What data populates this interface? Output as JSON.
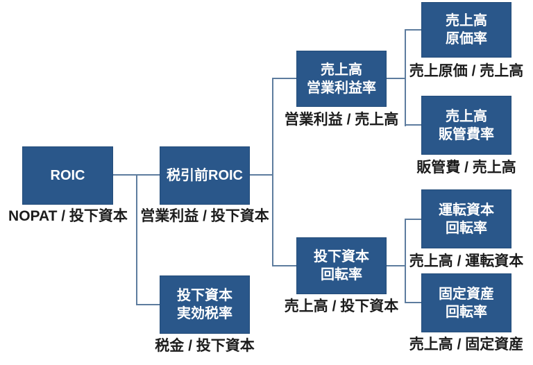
{
  "colors": {
    "background": "#ffffff",
    "box_fill": "#2a578a",
    "box_border": "#234c79",
    "box_text": "#ffffff",
    "line": "#5d7c9e",
    "label_text": "#1c1c1c"
  },
  "nodes": [
    {
      "id": "roic",
      "label": "ROIC",
      "formula": "NOPAT / 投下資本"
    },
    {
      "id": "pretax-roic",
      "label": "税引前ROIC",
      "formula": "営業利益 / 投下資本"
    },
    {
      "id": "invested-capital-tax-rate",
      "label": "投下資本\n実効税率",
      "formula": "税金 / 投下資本"
    },
    {
      "id": "operating-margin",
      "label": "売上高\n営業利益率",
      "formula": "営業利益 / 売上高"
    },
    {
      "id": "capital-turnover",
      "label": "投下資本\n回転率",
      "formula": "売上高 / 投下資本"
    },
    {
      "id": "cogs-ratio",
      "label": "売上高\n原価率",
      "formula": "売上原価 / 売上高"
    },
    {
      "id": "sga-ratio",
      "label": "売上高\n販管費率",
      "formula": "販管費 / 売上高"
    },
    {
      "id": "working-capital-turnover",
      "label": "運転資本\n回転率",
      "formula": "売上高 / 運転資本"
    },
    {
      "id": "fixed-asset-turnover",
      "label": "固定資産\n回転率",
      "formula": "売上高 / 固定資産"
    }
  ]
}
